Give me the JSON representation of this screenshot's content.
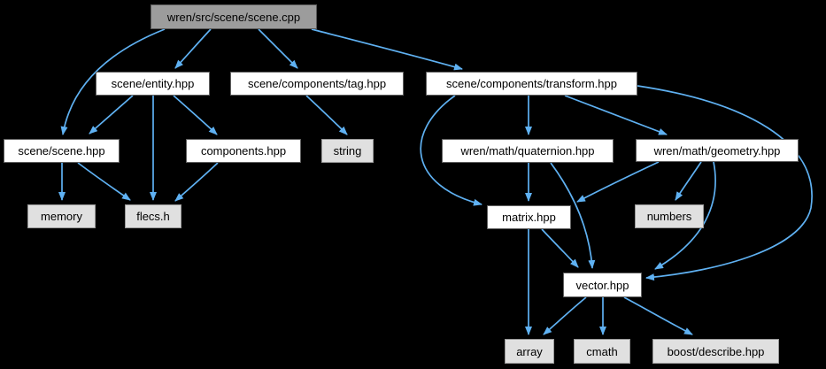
{
  "graph": {
    "kind": "include-dependency-graph",
    "colors": {
      "background": "#000000",
      "edge": "#5fb1f2",
      "root_fill": "#9c9c9c",
      "internal_fill": "#ffffff",
      "system_fill": "#e0e0e0",
      "text": "#000000"
    },
    "nodes": [
      {
        "id": "scene_cpp",
        "label": "wren/src/scene/scene.cpp",
        "type": "root"
      },
      {
        "id": "entity",
        "label": "scene/entity.hpp",
        "type": "internal"
      },
      {
        "id": "tag",
        "label": "scene/components/tag.hpp",
        "type": "internal"
      },
      {
        "id": "transform",
        "label": "scene/components/transform.hpp",
        "type": "internal"
      },
      {
        "id": "scene_hpp",
        "label": "scene/scene.hpp",
        "type": "internal"
      },
      {
        "id": "components",
        "label": "components.hpp",
        "type": "internal"
      },
      {
        "id": "string",
        "label": "string",
        "type": "system"
      },
      {
        "id": "quaternion",
        "label": "wren/math/quaternion.hpp",
        "type": "internal"
      },
      {
        "id": "geometry",
        "label": "wren/math/geometry.hpp",
        "type": "internal"
      },
      {
        "id": "memory",
        "label": "memory",
        "type": "system"
      },
      {
        "id": "flecs",
        "label": "flecs.h",
        "type": "system"
      },
      {
        "id": "matrix",
        "label": "matrix.hpp",
        "type": "internal"
      },
      {
        "id": "numbers",
        "label": "numbers",
        "type": "system"
      },
      {
        "id": "vector",
        "label": "vector.hpp",
        "type": "internal"
      },
      {
        "id": "array",
        "label": "array",
        "type": "system"
      },
      {
        "id": "cmath",
        "label": "cmath",
        "type": "system"
      },
      {
        "id": "boost",
        "label": "boost/describe.hpp",
        "type": "system"
      }
    ],
    "edges": [
      {
        "from": "scene_cpp",
        "to": "entity"
      },
      {
        "from": "scene_cpp",
        "to": "tag"
      },
      {
        "from": "scene_cpp",
        "to": "transform"
      },
      {
        "from": "scene_cpp",
        "to": "scene_hpp"
      },
      {
        "from": "entity",
        "to": "scene_hpp"
      },
      {
        "from": "entity",
        "to": "components"
      },
      {
        "from": "entity",
        "to": "flecs"
      },
      {
        "from": "tag",
        "to": "string"
      },
      {
        "from": "scene_hpp",
        "to": "memory"
      },
      {
        "from": "scene_hpp",
        "to": "flecs"
      },
      {
        "from": "components",
        "to": "flecs"
      },
      {
        "from": "transform",
        "to": "quaternion"
      },
      {
        "from": "transform",
        "to": "geometry"
      },
      {
        "from": "transform",
        "to": "matrix"
      },
      {
        "from": "transform",
        "to": "vector"
      },
      {
        "from": "quaternion",
        "to": "matrix"
      },
      {
        "from": "quaternion",
        "to": "vector"
      },
      {
        "from": "geometry",
        "to": "numbers"
      },
      {
        "from": "geometry",
        "to": "matrix"
      },
      {
        "from": "geometry",
        "to": "vector"
      },
      {
        "from": "matrix",
        "to": "vector"
      },
      {
        "from": "matrix",
        "to": "array"
      },
      {
        "from": "vector",
        "to": "array"
      },
      {
        "from": "vector",
        "to": "cmath"
      },
      {
        "from": "vector",
        "to": "boost"
      }
    ]
  }
}
